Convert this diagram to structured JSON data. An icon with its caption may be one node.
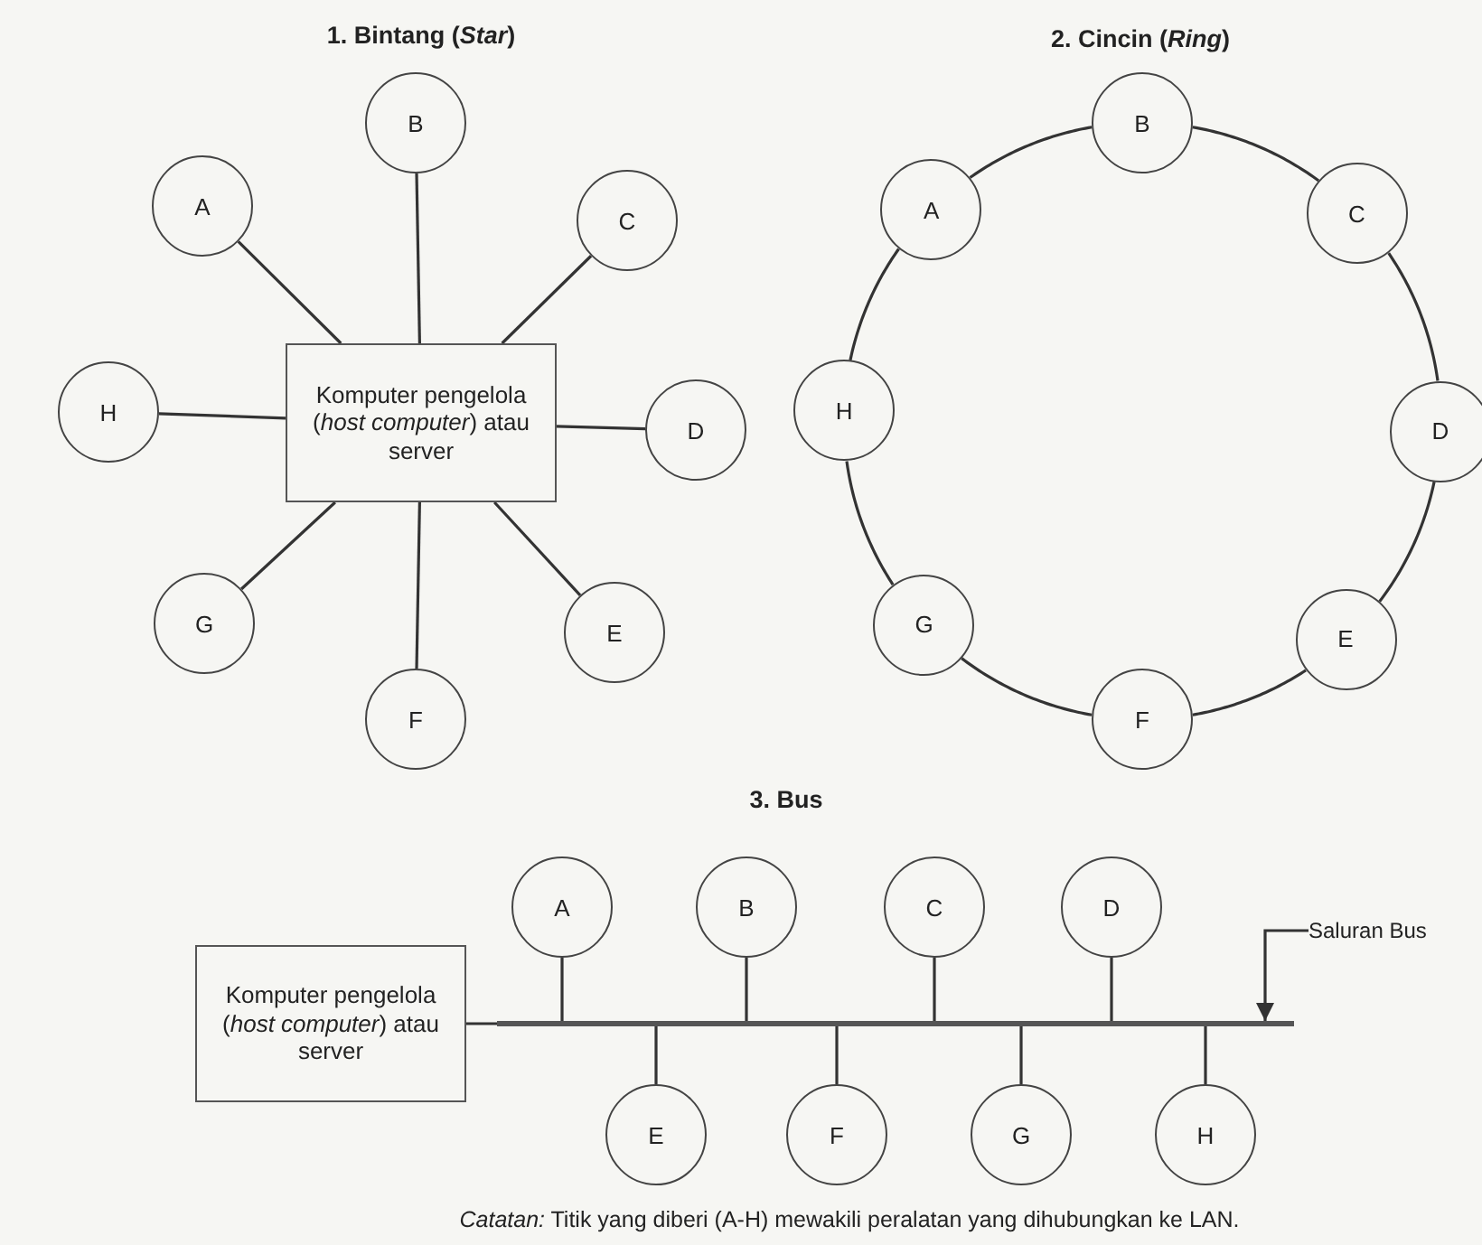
{
  "diagram": {
    "caption": "*Catatan:* Titik yang diberi (A-H) mewakili peralatan yang dihubungkan ke LAN.",
    "nodes": [
      {
        "text": [
          "Komputer pengelola (*host computer*) atau server"
        ]
      },
      {
        "text": [
          "A"
        ]
      },
      {
        "text": [
          "B"
        ]
      },
      {
        "text": [
          "C"
        ]
      },
      {
        "text": [
          "D"
        ]
      },
      {
        "text": [
          "E"
        ]
      },
      {
        "text": [
          "F"
        ]
      },
      {
        "text": [
          "G"
        ]
      },
      {
        "text": [
          "H"
        ]
      },
      {
        "text": [
          "A"
        ]
      },
      {
        "text": [
          "B"
        ]
      },
      {
        "text": [
          "C"
        ]
      },
      {
        "text": [
          "D"
        ]
      },
      {
        "text": [
          "E"
        ]
      },
      {
        "text": [
          "F"
        ]
      },
      {
        "text": [
          "G"
        ]
      },
      {
        "text": [
          "H"
        ]
      },
      {
        "text": [
          "Komputer pengelola (*host computer*) atau server"
        ]
      },
      {
        "text": [
          "A"
        ]
      },
      {
        "text": [
          "B"
        ]
      },
      {
        "text": [
          "C"
        ]
      },
      {
        "text": [
          "D"
        ]
      },
      {
        "text": [
          "E"
        ]
      },
      {
        "text": [
          "F"
        ]
      },
      {
        "text": [
          "G"
        ]
      },
      {
        "text": [
          "H"
        ]
      },
      {
        "text": [],
        "shape": "bar"
      },
      {
        "text": [
          "Saluran Bus"
        ]
      }
    ],
    "edges": [
      {
        "from": 0,
        "to": 1,
        "arrow": "none"
      },
      {
        "from": 0,
        "to": 2,
        "arrow": "none"
      },
      {
        "from": 0,
        "to": 3,
        "arrow": "none"
      },
      {
        "from": 0,
        "to": 4,
        "arrow": "none"
      },
      {
        "from": 0,
        "to": 5,
        "arrow": "none"
      },
      {
        "from": 0,
        "to": 6,
        "arrow": "none"
      },
      {
        "from": 0,
        "to": 7,
        "arrow": "none"
      },
      {
        "from": 0,
        "to": 8,
        "arrow": "none"
      },
      {
        "from": 9,
        "to": 10,
        "arrow": "none"
      },
      {
        "from": 10,
        "to": 11,
        "arrow": "none"
      },
      {
        "from": 11,
        "to": 12,
        "arrow": "none"
      },
      {
        "from": 12,
        "to": 13,
        "arrow": "none"
      },
      {
        "from": 13,
        "to": 14,
        "arrow": "none"
      },
      {
        "from": 14,
        "to": 15,
        "arrow": "none"
      },
      {
        "from": 15,
        "to": 16,
        "arrow": "none"
      },
      {
        "from": 16,
        "to": 9,
        "arrow": "none"
      },
      {
        "from": 17,
        "to": 26,
        "arrow": "none"
      },
      {
        "from": 18,
        "to": 26,
        "arrow": "none"
      },
      {
        "from": 19,
        "to": 26,
        "arrow": "none"
      },
      {
        "from": 20,
        "to": 26,
        "arrow": "none"
      },
      {
        "from": 21,
        "to": 26,
        "arrow": "none"
      },
      {
        "from": 22,
        "to": 26,
        "arrow": "none"
      },
      {
        "from": 23,
        "to": 26,
        "arrow": "none"
      },
      {
        "from": 24,
        "to": 26,
        "arrow": "none"
      },
      {
        "from": 25,
        "to": 26,
        "arrow": "none"
      },
      {
        "from": 27,
        "to": 26,
        "arrow": "to"
      }
    ],
    "labels": [
      "1. Bintang (*Star*)",
      "2. Cincin (*Ring*)",
      "3. Bus"
    ]
  }
}
